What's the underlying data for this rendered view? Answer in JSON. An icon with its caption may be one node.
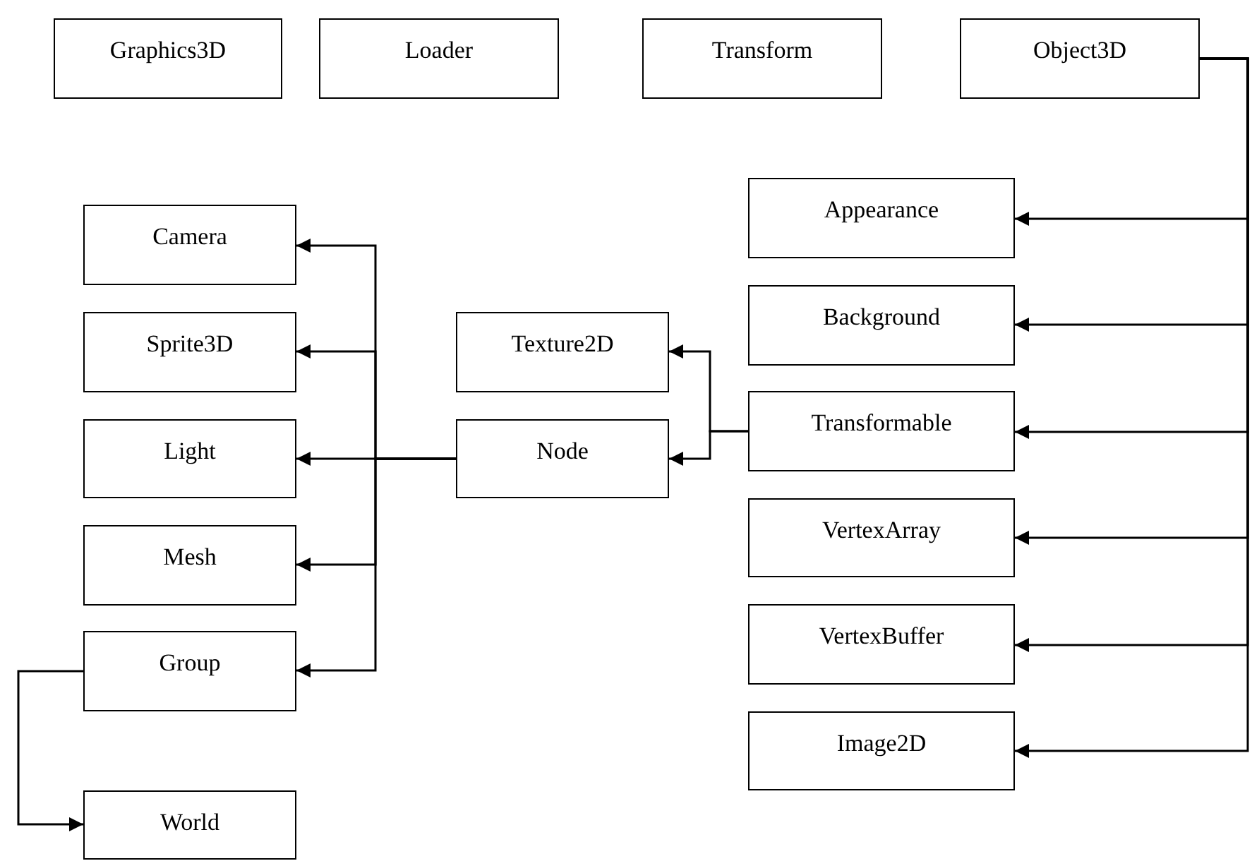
{
  "diagram": {
    "nodes": [
      {
        "text": [
          "Graphics3D"
        ]
      },
      {
        "text": [
          "Loader"
        ]
      },
      {
        "text": [
          "Transform"
        ]
      },
      {
        "text": [
          "Object3D"
        ]
      },
      {
        "text": [
          "Camera"
        ]
      },
      {
        "text": [
          "Sprite3D"
        ]
      },
      {
        "text": [
          "Light"
        ]
      },
      {
        "text": [
          "Mesh"
        ]
      },
      {
        "text": [
          "Group"
        ]
      },
      {
        "text": [
          "World"
        ]
      },
      {
        "text": [
          "Texture2D"
        ]
      },
      {
        "text": [
          "Node"
        ]
      },
      {
        "text": [
          "Appearance"
        ]
      },
      {
        "text": [
          "Background"
        ]
      },
      {
        "text": [
          "Transformable"
        ]
      },
      {
        "text": [
          "VertexArray"
        ]
      },
      {
        "text": [
          "VertexBuffer"
        ]
      },
      {
        "text": [
          "Image2D"
        ]
      }
    ],
    "edges": [
      {
        "from": 3,
        "to": 12,
        "arrow": "to"
      },
      {
        "from": 3,
        "to": 13,
        "arrow": "to"
      },
      {
        "from": 3,
        "to": 14,
        "arrow": "to"
      },
      {
        "from": 3,
        "to": 15,
        "arrow": "to"
      },
      {
        "from": 3,
        "to": 16,
        "arrow": "to"
      },
      {
        "from": 3,
        "to": 17,
        "arrow": "to"
      },
      {
        "from": 14,
        "to": 10,
        "arrow": "to"
      },
      {
        "from": 14,
        "to": 11,
        "arrow": "to"
      },
      {
        "from": 11,
        "to": 4,
        "arrow": "to"
      },
      {
        "from": 11,
        "to": 5,
        "arrow": "to"
      },
      {
        "from": 11,
        "to": 6,
        "arrow": "to"
      },
      {
        "from": 11,
        "to": 7,
        "arrow": "to"
      },
      {
        "from": 11,
        "to": 8,
        "arrow": "to"
      },
      {
        "from": 8,
        "to": 9,
        "arrow": "to"
      }
    ]
  }
}
